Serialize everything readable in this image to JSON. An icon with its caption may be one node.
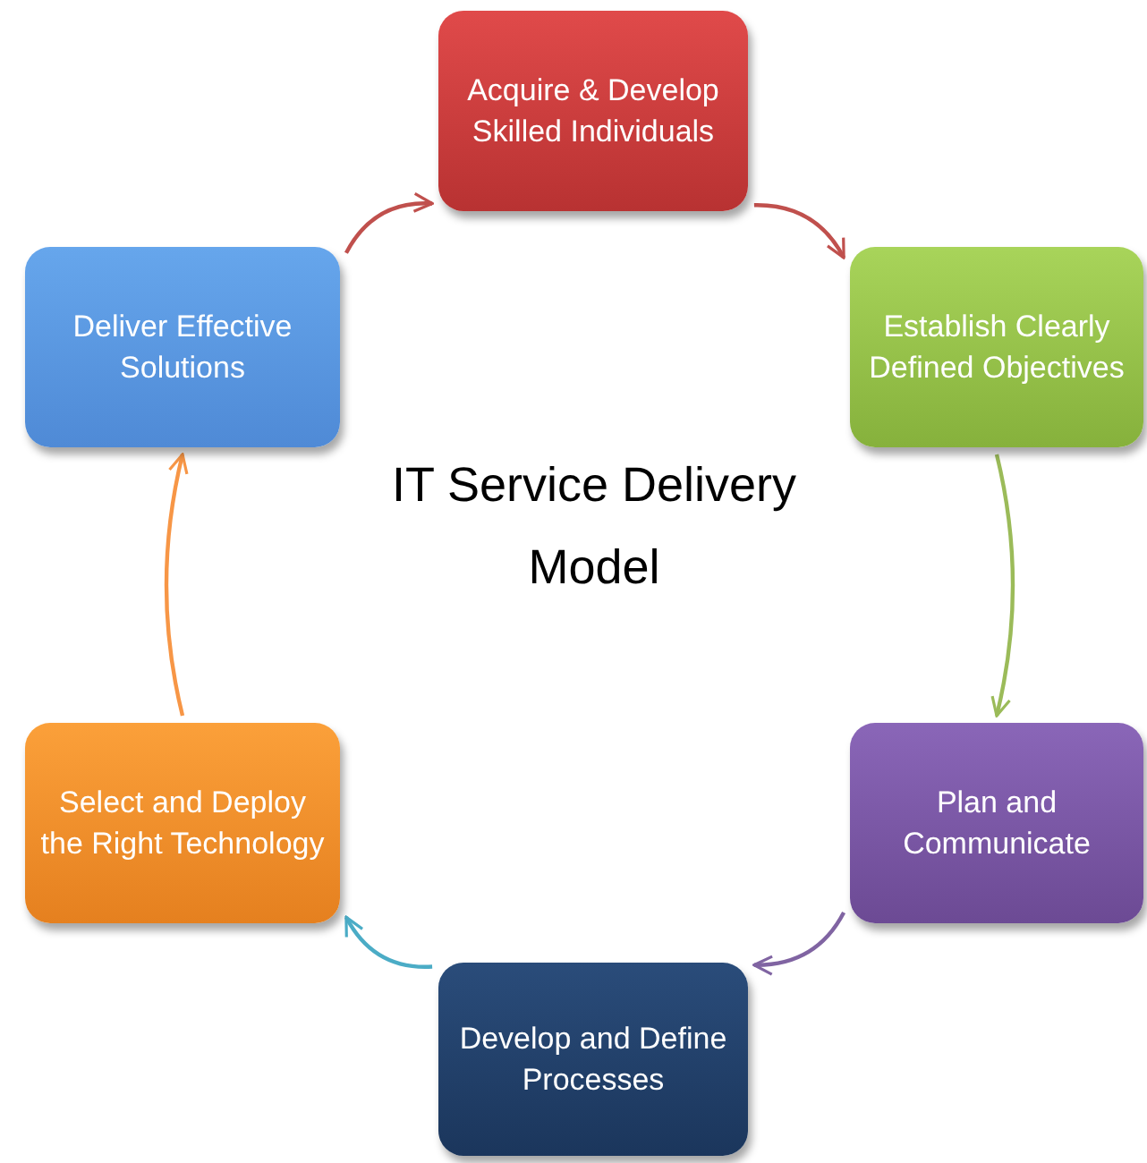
{
  "diagram": {
    "title": "IT Service Delivery Model",
    "nodes": [
      {
        "text": [
          "Acquire & Develop Skilled Individuals"
        ]
      },
      {
        "text": [
          "Establish Clearly Defined Objectives"
        ]
      },
      {
        "text": [
          "Plan and Communicate"
        ]
      },
      {
        "text": [
          "Develop and Define Processes"
        ]
      },
      {
        "text": [
          "Select and Deploy the Right Technology"
        ]
      },
      {
        "text": [
          "Deliver Effective Solutions"
        ]
      }
    ],
    "edges": [
      {
        "from": 5,
        "to": 0,
        "arrow": "to"
      },
      {
        "from": 0,
        "to": 1,
        "arrow": "to"
      },
      {
        "from": 1,
        "to": 2,
        "arrow": "to",
        "color": "#9bbb59"
      },
      {
        "from": 2,
        "to": 3,
        "arrow": "to",
        "color": "#8064a2"
      },
      {
        "from": 3,
        "to": 4,
        "arrow": "to",
        "color": "#4bacc6"
      },
      {
        "from": 4,
        "to": 5,
        "arrow": "to",
        "color": "#f79646"
      }
    ]
  }
}
